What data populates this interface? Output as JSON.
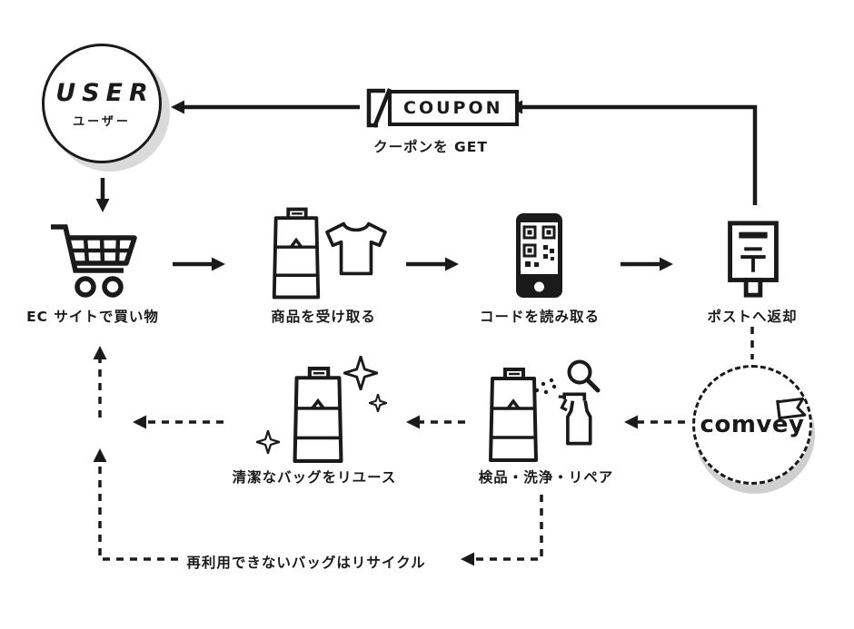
{
  "user": {
    "title": "USER",
    "subtitle": "ユーザー"
  },
  "coupon": {
    "label": "COUPON",
    "caption": "クーポンを GET"
  },
  "steps": [
    {
      "label": "EC サイトで買い物"
    },
    {
      "label": "商品を受け取る"
    },
    {
      "label": "コードを読み取る"
    },
    {
      "label": "ポストへ返却"
    }
  ],
  "comvey": {
    "logo": "comvey"
  },
  "process": [
    {
      "label": "検品・洗浄・リペア"
    },
    {
      "label": "清潔なバッグをリユース"
    }
  ],
  "recycle_note": "再利用できないバッグはリサイクル",
  "icons": {
    "coupon_stub": "ticket-stub",
    "cart": "shopping-cart",
    "bag": "reusable-mailer-bag",
    "tshirt": "t-shirt",
    "phone": "smartphone-qr-scan",
    "postbox": "japan-post-box",
    "flag": "comvey-flag",
    "spray": "spray-bottle",
    "magnifier": "magnifying-glass",
    "sparkle": "four-point-sparkle"
  },
  "colors": {
    "ink": "#1a1a1a",
    "shadow": "#d9d9d9",
    "background": "#ffffff"
  }
}
